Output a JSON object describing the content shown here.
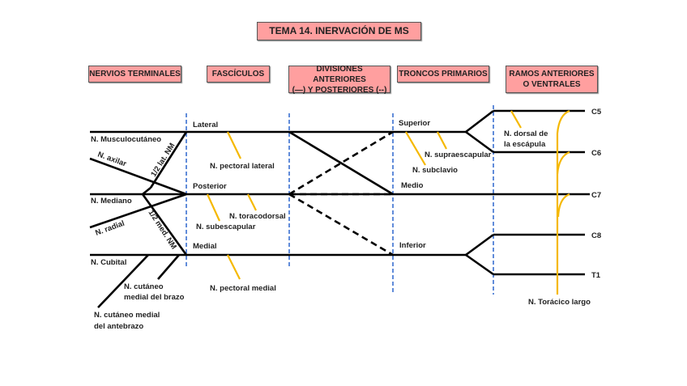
{
  "title": "TEMA 14. INERVACIÓN DE MS",
  "headers": [
    "NERVIOS TERMINALES",
    "FASCÍCULOS",
    "DIVISIONES ANTERIORES (—) Y POSTERIORES (--)",
    "TRONCOS PRIMARIOS",
    "RAMOS ANTERIORES O VENTRALES"
  ],
  "headers_lines": {
    "divisiones": [
      "DIVISIONES ANTERIORES",
      "(—) Y POSTERIORES (--)"
    ],
    "ramos": [
      "RAMOS ANTERIORES",
      "O VENTRALES"
    ]
  },
  "terminal_nerves": {
    "musculocutaneo": "N. Musculocutáneo",
    "axilar": "N. axilar",
    "mediano": "N. Mediano",
    "radial": "N. radial",
    "cubital": "N. Cubital",
    "cutaneo_brazo": [
      "N. cutáneo",
      "medial del brazo"
    ],
    "cutaneo_antebrazo": [
      "N. cutáneo medial",
      "del antebrazo"
    ],
    "half_lat": "1/2 lat. NM",
    "half_med": "1/2 med. NM"
  },
  "fasciculos": {
    "lateral": "Lateral",
    "posterior": "Posterior",
    "medial": "Medial",
    "pectoral_lateral": "N. pectoral lateral",
    "toracodorsal": "N. toracodorsal",
    "subescapular": "N. subescapular",
    "pectoral_medial": "N. pectoral medial"
  },
  "troncos": {
    "superior": "Superior",
    "medio": "Medio",
    "inferior": "Inferior",
    "supraescapular": "N. supraescapular",
    "subclavio": "N. subclavio"
  },
  "ramos": {
    "roots": [
      "C5",
      "C6",
      "C7",
      "C8",
      "T1"
    ],
    "dorsal_escapula": [
      "N. dorsal de",
      "la escápula"
    ],
    "toracico_largo": "N. Torácico largo"
  }
}
